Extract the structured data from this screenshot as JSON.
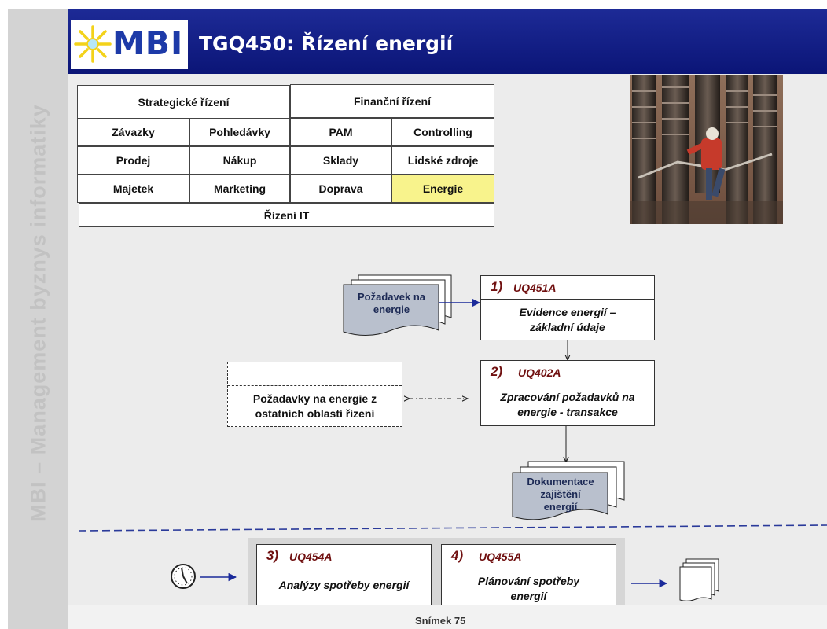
{
  "sidebar": {
    "vertical_text": "MBI – Management byznys informatiky"
  },
  "header": {
    "logo_text": "MBI",
    "title": "TGQ450: Řízení energií"
  },
  "areas_table": {
    "strategic": "Strategické řízení",
    "financial": "Finanční řízení",
    "row1": [
      "Závazky",
      "Pohledávky",
      "PAM",
      "Controlling"
    ],
    "row2": [
      "Prodej",
      "Nákup",
      "Sklady",
      "Lidské zdroje"
    ],
    "row3": [
      "Majetek",
      "Marketing",
      "Doprava",
      "Energie"
    ],
    "it": "Řízení IT",
    "highlight_color": "#f8f38c"
  },
  "flow": {
    "doc_request": [
      "Požadavek na",
      "energie"
    ],
    "step1": {
      "num": "1)",
      "code": "UQ451A",
      "lines": [
        "Evidence energií –",
        "základní údaje"
      ]
    },
    "step2": {
      "num": "2)",
      "code": "UQ402A",
      "lines": [
        "Zpracování požadavků na",
        "energie - transakce"
      ]
    },
    "external": {
      "lines": [
        "Požadavky na energie z",
        "ostatních oblastí řízení"
      ]
    },
    "doc_output": [
      "Dokumentace",
      "zajištění",
      "energií"
    ],
    "step3": {
      "num": "3)",
      "code": "UQ454A",
      "lines": [
        "Analýzy spotřeby energií"
      ]
    },
    "step4": {
      "num": "4)",
      "code": "UQ455A",
      "lines": [
        "Plánování spotřeby",
        "energií"
      ]
    }
  },
  "footer": {
    "caption": "Snímek 75"
  },
  "colors": {
    "header": "#0b1577",
    "code_text": "#701010",
    "arrow": "#1a2a9a"
  }
}
